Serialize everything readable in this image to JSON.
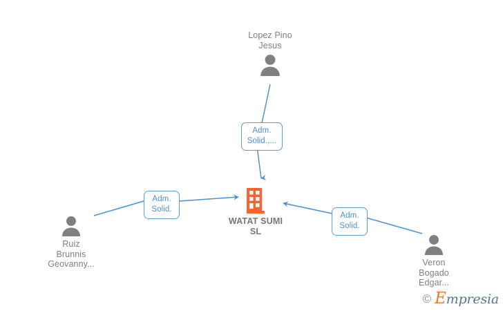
{
  "graph": {
    "title": "WATAT SUMI SL corporate relations chart",
    "accent_edge_color": "#4a90d9",
    "company_icon_color": "#fa6432",
    "person_icon_color": "#808080",
    "label_text_color": "#808080",
    "company_text_color": "#777777"
  },
  "nodes": {
    "company": {
      "name": "WATAT SUMI\nSL",
      "icon": "building-icon"
    },
    "person_top": {
      "name": "Lopez Pino\nJesus",
      "icon": "person-icon"
    },
    "person_left": {
      "name": "Ruiz\nBrunnis\nGeovanny...",
      "icon": "person-icon"
    },
    "person_right": {
      "name": "Veron\nBogado\nEdgar...",
      "icon": "person-icon"
    }
  },
  "edges": [
    {
      "id": "edge-top",
      "from": "person_top",
      "to": "company",
      "label": "Adm.\nSolid.,...",
      "direction": "down"
    },
    {
      "id": "edge-left",
      "from": "person_left",
      "to": "company",
      "label": "Adm.\nSolid.",
      "direction": "right"
    },
    {
      "id": "edge-right",
      "from": "person_right",
      "to": "company",
      "label": "Adm.\nSolid.",
      "direction": "left"
    }
  ],
  "watermark": {
    "copyright": "©",
    "brand_first_letter": "E",
    "brand_rest": "mpresia"
  }
}
